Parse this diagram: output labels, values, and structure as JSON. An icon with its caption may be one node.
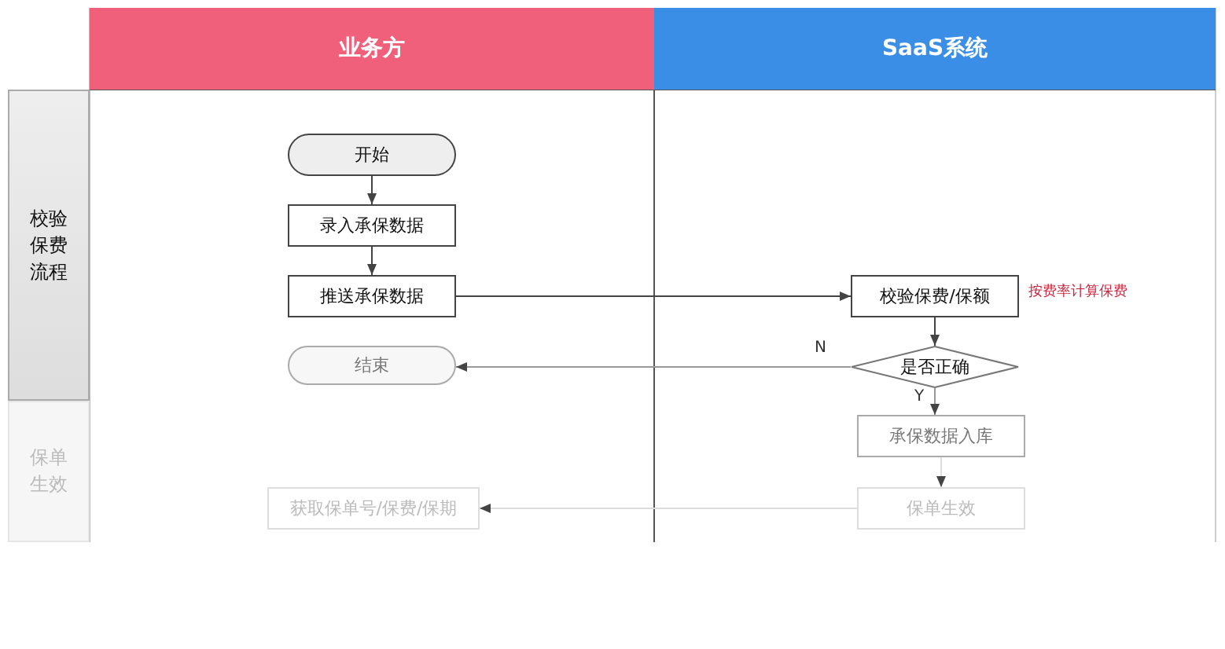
{
  "diagram": {
    "nodes": [
      {
        "text": [
          "业务方"
        ]
      },
      {
        "text": [
          "SaaS系统"
        ]
      },
      {
        "text": [
          "校验保费流程"
        ]
      },
      {
        "text": [
          "保单生效"
        ]
      },
      {
        "text": [
          "开始"
        ]
      },
      {
        "text": [
          "录入承保数据"
        ]
      },
      {
        "text": [
          "推送承保数据"
        ]
      },
      {
        "text": [
          "结束"
        ]
      },
      {
        "text": [
          "校验保费/保额"
        ],
        "beside": [
          "按费率计算保费"
        ]
      },
      {
        "text": [
          "是否正确"
        ]
      },
      {
        "text": [
          "承保数据入库"
        ]
      },
      {
        "text": [
          "获取保单号/保费/保期"
        ]
      },
      {
        "text": [
          "保单生效"
        ]
      }
    ],
    "edges": [
      {
        "from": 4,
        "to": 5,
        "arrow": "to"
      },
      {
        "from": 5,
        "to": 6,
        "arrow": "to"
      },
      {
        "from": 6,
        "to": 8,
        "arrow": "to"
      },
      {
        "from": 8,
        "to": 9,
        "arrow": "to"
      },
      {
        "from": 9,
        "to": 7,
        "arrow": "to",
        "label": "N",
        "color": "#999999"
      },
      {
        "from": 9,
        "to": 10,
        "arrow": "to",
        "label": "Y",
        "color": "#999999"
      },
      {
        "from": 10,
        "to": 12,
        "arrow": "to",
        "color": "#dddddd"
      },
      {
        "from": 12,
        "to": 11,
        "arrow": "to",
        "color": "#dddddd"
      }
    ]
  }
}
